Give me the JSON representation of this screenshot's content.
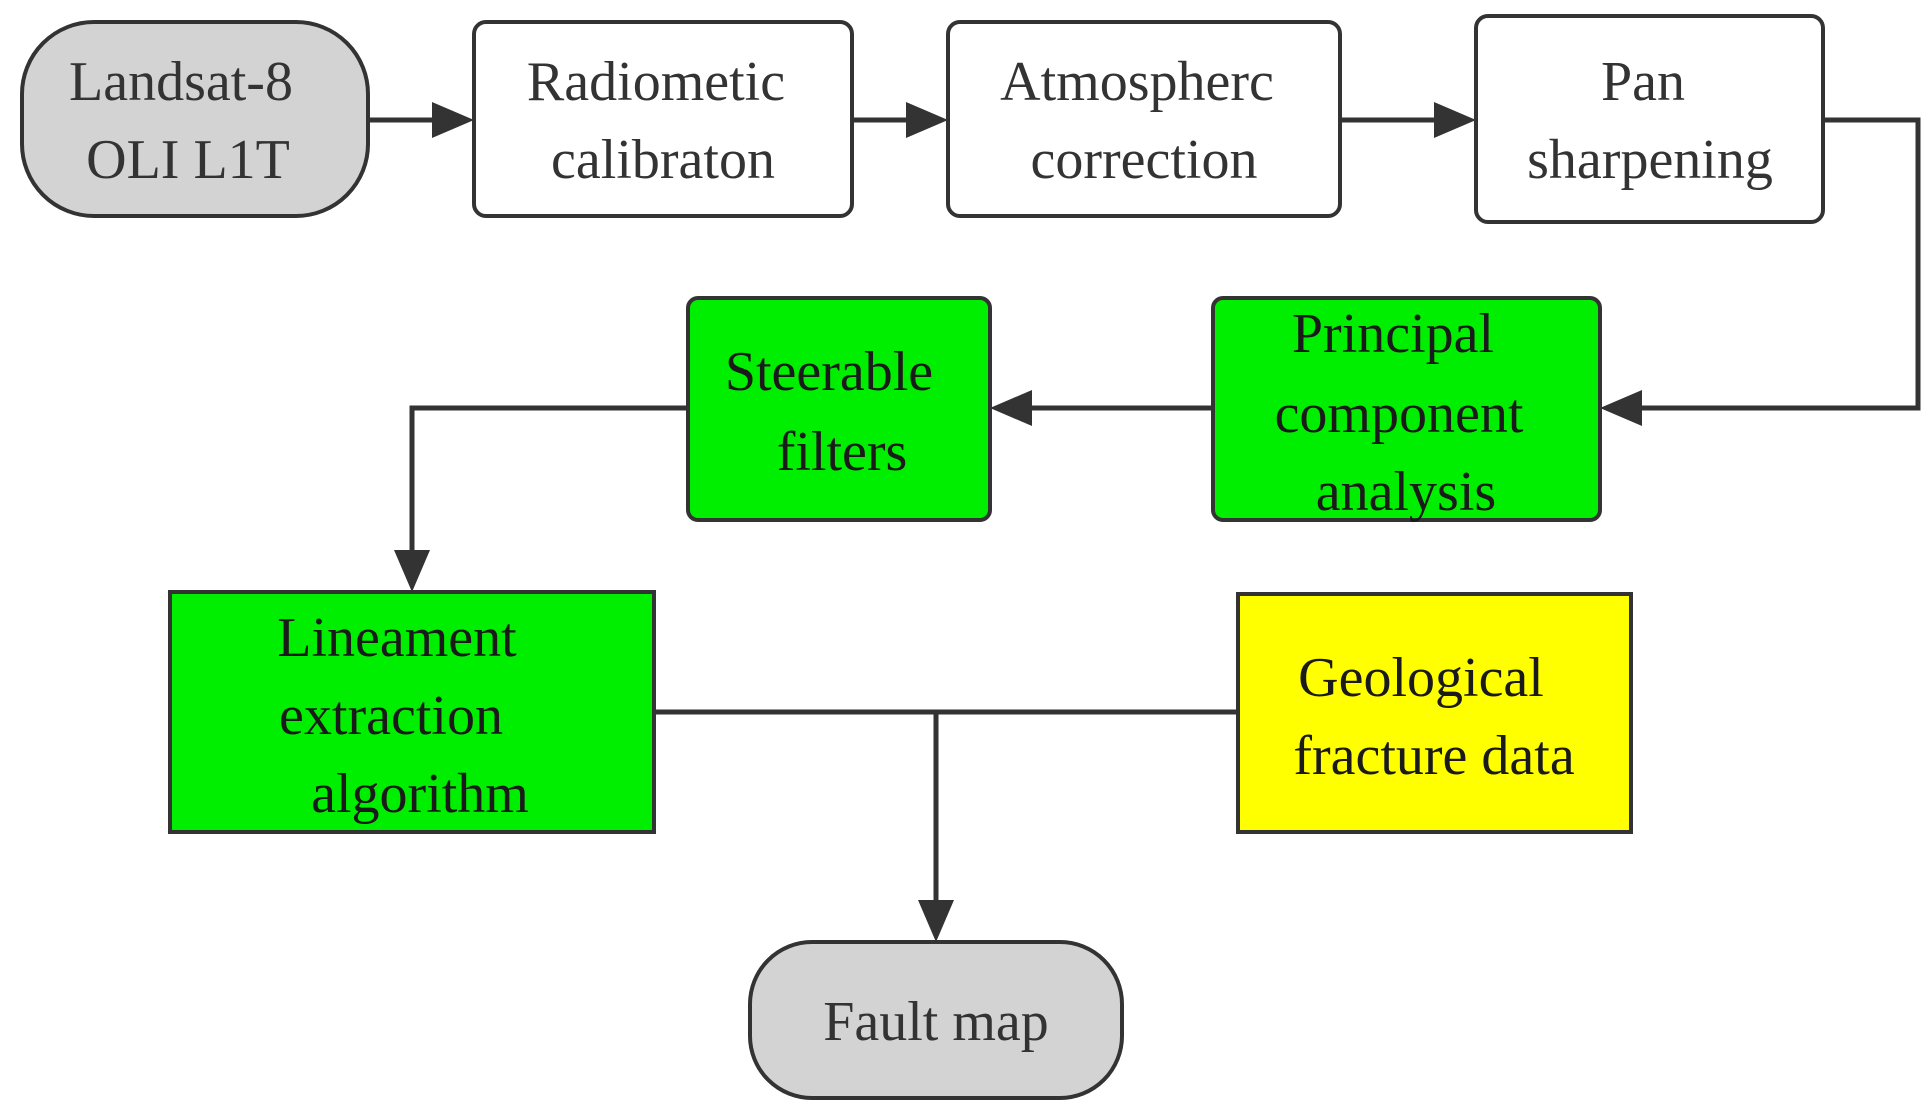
{
  "colors": {
    "terminal_fill": "#d3d3d3",
    "process_fill": "#ffffff",
    "green_fill": "#00ee00",
    "yellow_fill": "#ffff00",
    "stroke": "#333333"
  },
  "nodes": {
    "landsat": {
      "lines": [
        "Landsat-8",
        "OLI L1T"
      ]
    },
    "radiometric": {
      "lines": [
        "Radiometic",
        "calibraton"
      ]
    },
    "atmospheric": {
      "lines": [
        "Atmospherc",
        "correction"
      ]
    },
    "pan": {
      "lines": [
        "Pan",
        "sharpening"
      ]
    },
    "pca": {
      "lines": [
        "Principal",
        "component",
        "analysis"
      ]
    },
    "steerable": {
      "lines": [
        "Steerable",
        "filters"
      ]
    },
    "lineament": {
      "lines": [
        "Lineament",
        "extraction",
        "algorithm"
      ]
    },
    "geological": {
      "lines": [
        "Geological",
        "fracture data"
      ]
    },
    "fault": {
      "lines": [
        "Fault map"
      ]
    }
  }
}
